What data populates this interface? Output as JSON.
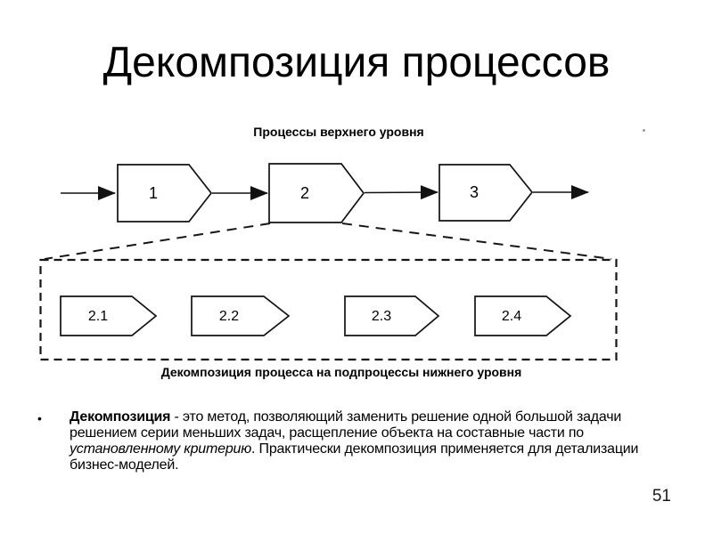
{
  "colors": {
    "ink": "#000000",
    "background": "#ffffff"
  },
  "slide": {
    "title": "Декомпозиция процессов",
    "page_number": "51"
  },
  "diagram": {
    "top_label": "Процессы верхнего уровня",
    "bottom_label": "Декомпозиция процесса на подпроцессы нижнего уровня",
    "top_processes": [
      {
        "label": "1"
      },
      {
        "label": "2"
      },
      {
        "label": "3"
      }
    ],
    "sub_processes": [
      {
        "label": "2.1"
      },
      {
        "label": "2.2"
      },
      {
        "label": "2.3"
      },
      {
        "label": "2.4"
      }
    ]
  },
  "bullet": {
    "marker": "•",
    "lead_bold": "Декомпозиция",
    "segment_1": " - это метод, позволяющий заменить решение одной большой задачи решением серии меньших задач, расщепление объекта на составные части по ",
    "italic_phrase": "установленному критерию",
    "segment_2": ". Практически декомпозиция применяется для детализации бизнес-моделей."
  }
}
